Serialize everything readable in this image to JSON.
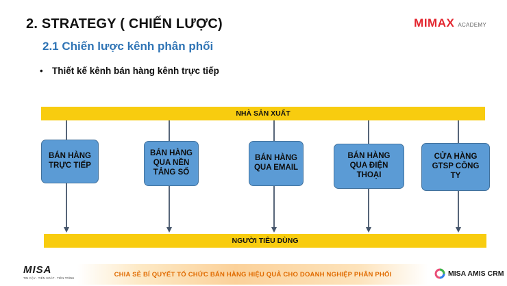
{
  "slide": {
    "title": "2. STRATEGY ( CHIẾN LƯỢC)",
    "subtitle": "2.1 Chiến lược kênh phân phối",
    "bullet": "Thiết kế kênh bán hàng kênh  trực tiếp"
  },
  "brand": {
    "name": "MIMAX",
    "sub": "ACADEMY"
  },
  "diagram": {
    "producer": "NHÀ SẢN XUẤT",
    "consumer": "NGƯỜI TIÊU DÙNG",
    "channels": [
      "BÁN HÀNG TRỰC TIẾP",
      "BÁN HÀNG QUA NỀN TẢNG SỐ",
      "BÁN HÀNG QUA EMAIL",
      "BÁN HÀNG QUA ĐIỆN THOẠI",
      "CỬA HÀNG GTSP CÔNG TY"
    ]
  },
  "footer": {
    "left_logo": "MISA",
    "left_tagline": "TIN CẬY · TIÊN SOÁT · TIÊN TRÌNH",
    "banner": "CHIA SẺ BÍ QUYẾT TỔ CHỨC BÁN HÀNG HIỆU QUẢ CHO DOANH NGHIỆP PHÂN PHỐI",
    "right_logo": "MISA AMIS CRM"
  },
  "colors": {
    "bar": "#f8cc0f",
    "channel_box": "#5b9bd5",
    "subtitle": "#2f74b5",
    "brand_red": "#e3262f",
    "banner_text": "#e06b00"
  }
}
